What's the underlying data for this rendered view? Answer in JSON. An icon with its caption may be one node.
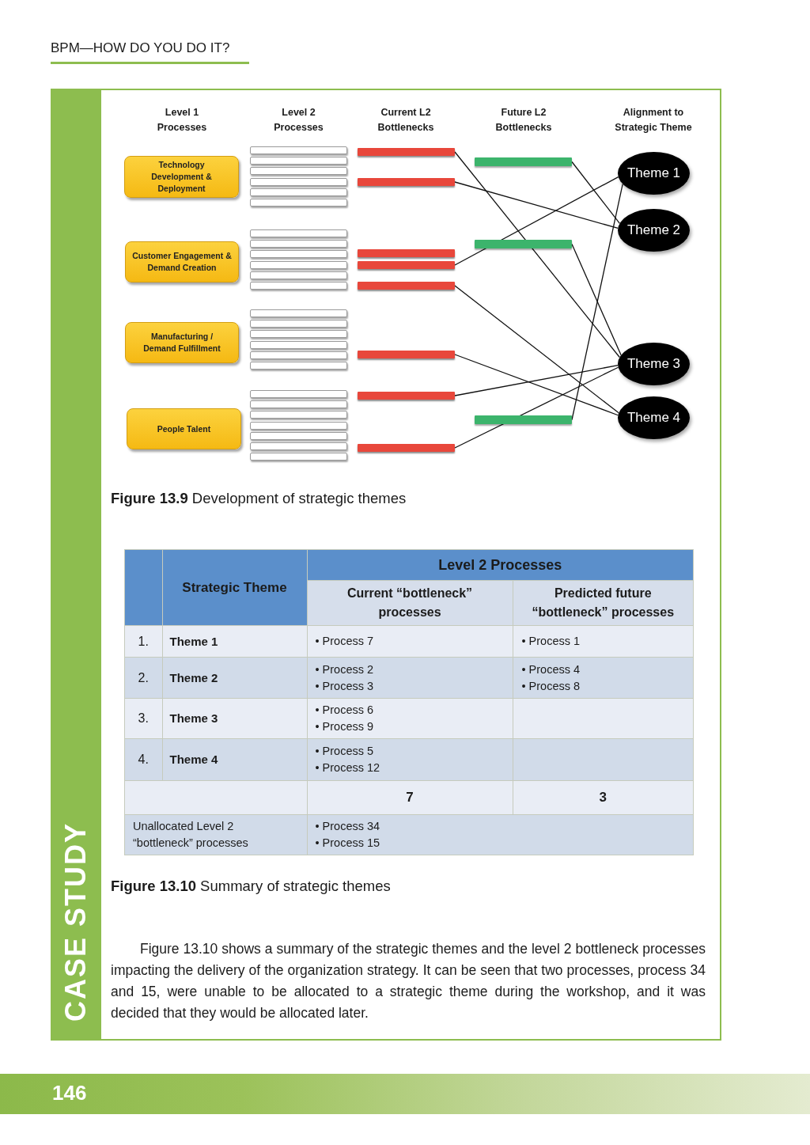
{
  "diagram": {
    "caption": "**Figure 13.9** Development of strategic themes",
    "nodes": [
      {
        "text": [
          "Technology Development & Deployment"
        ]
      },
      {
        "text": [
          "Customer Engagement & Demand Creation"
        ]
      },
      {
        "text": [
          "Manufacturing / Demand Fulfillment"
        ]
      },
      {
        "text": [
          "People Talent"
        ]
      },
      {
        "text": [],
        "shape": "bar"
      },
      {
        "text": [],
        "shape": "bar"
      },
      {
        "text": [],
        "shape": "bar"
      },
      {
        "text": [],
        "shape": "bar"
      },
      {
        "text": [],
        "shape": "bar"
      },
      {
        "text": [],
        "shape": "bar"
      },
      {
        "text": [],
        "shape": "bar"
      },
      {
        "text": [],
        "shape": "bar"
      },
      {
        "text": [],
        "shape": "bar"
      },
      {
        "text": [],
        "shape": "bar"
      },
      {
        "text": [],
        "shape": "bar"
      },
      {
        "text": [
          "Theme 1"
        ]
      },
      {
        "text": [
          "Theme 2"
        ]
      },
      {
        "text": [
          "Theme 3"
        ]
      },
      {
        "text": [
          "Theme 4"
        ]
      }
    ],
    "edges": [
      {
        "from": 4,
        "to": 17,
        "arrow": "none"
      },
      {
        "from": 5,
        "to": 16,
        "arrow": "none"
      },
      {
        "from": 7,
        "to": 15,
        "arrow": "none"
      },
      {
        "from": 8,
        "to": 18,
        "arrow": "none"
      },
      {
        "from": 9,
        "to": 18,
        "arrow": "none"
      },
      {
        "from": 10,
        "to": 17,
        "arrow": "none"
      },
      {
        "from": 11,
        "to": 17,
        "arrow": "none"
      },
      {
        "from": 12,
        "to": 16,
        "arrow": "none"
      },
      {
        "from": 13,
        "to": 17,
        "arrow": "none"
      },
      {
        "from": 14,
        "to": 15,
        "arrow": "none"
      }
    ],
    "labels": [
      "BPM—HOW DO YOU DO IT?",
      "Level 1 Processes",
      "Level 2 Processes",
      "Current L2 Bottlenecks",
      "Future L2 Bottlenecks",
      "Alignment to Strategic Theme",
      "Strategic Theme",
      "Level 2 Processes",
      "Current “bottleneck” processes",
      "Predicted future “bottleneck” processes",
      "1.",
      "Theme 1",
      "• Process 7",
      "• Process 1",
      "2.",
      "Theme 2",
      "• Process 2",
      "• Process 3",
      "• Process 4",
      "• Process 8",
      "3.",
      "Theme 3",
      "• Process 6",
      "• Process 9",
      "4.",
      "Theme 4",
      "• Process 5",
      "• Process 12",
      "7",
      "3",
      "Unallocated Level 2 “bottleneck” processes",
      "• Process 34",
      "• Process 15",
      "**Figure 13.10** Summary of strategic themes",
      "Figure 13.10 shows a summary of the strategic themes and the level 2 bottleneck processes impacting the delivery of the organization strategy. It can be seen that two processes, process 34 and 15, were unable to be allocated to a strategic theme during the workshop, and it was decided that they would be allocated later.",
      "CASE STUDY",
      "146"
    ]
  }
}
